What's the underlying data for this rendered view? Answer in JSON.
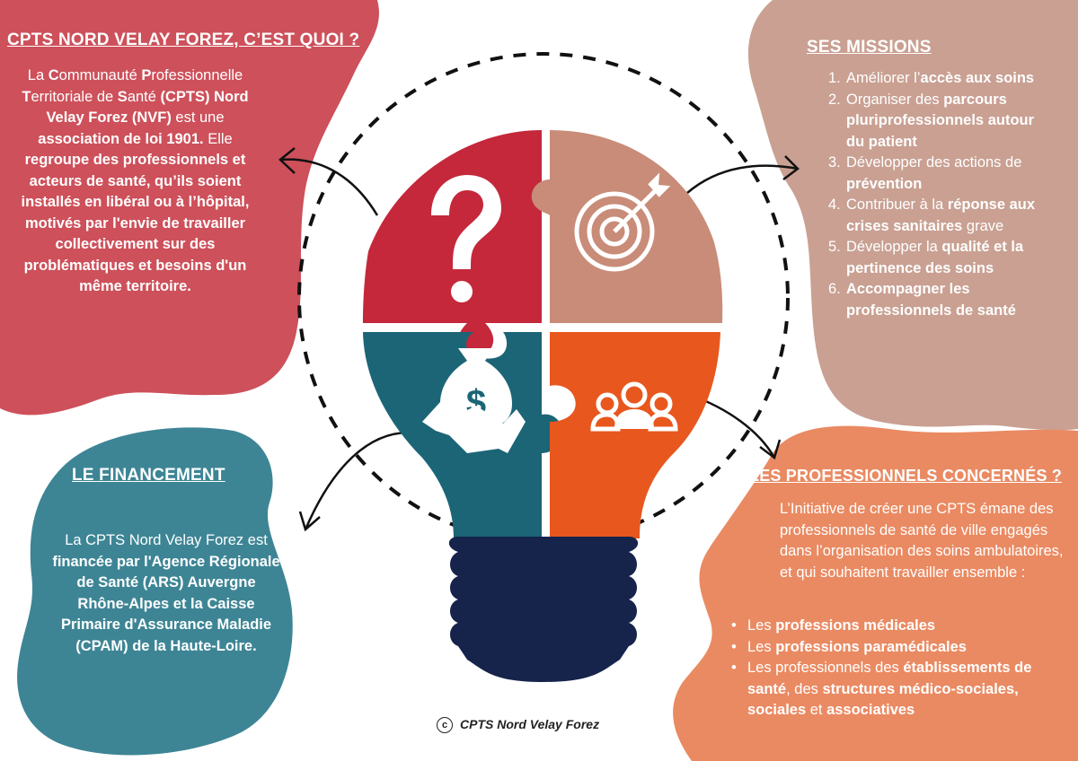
{
  "colors": {
    "red_blob": "#cd505a",
    "tan_blob": "#c9a092",
    "teal_blob": "#3d8595",
    "orange_blob": "#ea8a62",
    "puzzle_red": "#c4283a",
    "puzzle_tan": "#c88c78",
    "puzzle_teal": "#1c6577",
    "puzzle_orange": "#e8571e",
    "bulb_base": "#16234a"
  },
  "icons": {
    "question": "question-mark-icon",
    "target": "target-arrow-icon",
    "money": "money-bag-handshake-icon",
    "people": "group-people-icon"
  },
  "about": {
    "title": "CPTS NORD VELAY FOREZ, C’EST QUOI ?",
    "html": "La <b>C</b>ommunauté <b>P</b>rofessionnelle <b>T</b>erritoriale de <b>S</b>anté <b>(CPTS) Nord Velay Forez (NVF)</b> est une <b>association de loi 1901.</b> Elle <b>regroupe des professionnels et acteurs de santé, qu’ils soient installés en libéral ou à l’hôpital, motivés par l'envie de travailler collectivement sur des problématiques et besoins d'un même territoire.</b>"
  },
  "missions": {
    "title": "SES MISSIONS",
    "items": [
      {
        "num": "1.",
        "html": "Améliorer l’<b>accès aux soins</b>"
      },
      {
        "num": "2.",
        "html": "Organiser des <b>parcours pluriprofessionnels autour du patient</b>"
      },
      {
        "num": "3.",
        "html": "Développer des actions de <b>prévention</b>"
      },
      {
        "num": "4.",
        "html": "Contribuer à la <b>réponse aux crises sanitaires</b> grave"
      },
      {
        "num": "5.",
        "html": "Développer la <b>qualité et la pertinence des soins</b>"
      },
      {
        "num": "6.",
        "html": "<b>Accompagner les professionnels de santé</b>"
      }
    ]
  },
  "funding": {
    "title": "LE FINANCEMENT",
    "html": "La CPTS Nord Velay Forez est <b>financée par l'Agence Régionale de Santé (ARS) Auvergne Rhône-Alpes et la Caisse Primaire d'Assurance Maladie (CPAM) de la Haute-Loire.</b>"
  },
  "professionals": {
    "title": "LES PROFESSIONNELS CONCERNÉS ?",
    "intro": "L’Initiative de créer une CPTS émane des professionnels de santé de ville engagés dans l’organisation des soins ambulatoires, et qui souhaitent travailler ensemble :",
    "items": [
      {
        "html": "Les <b>professions médicales</b>"
      },
      {
        "html": "Les <b>professions paramédicales</b>"
      },
      {
        "html": "Les professionnels des <b>établissements de santé</b>, des <b>structures médico-sociales, sociales</b> et <b>associatives</b>"
      }
    ]
  },
  "copyright": {
    "symbol": "c",
    "text": "CPTS Nord Velay Forez"
  }
}
